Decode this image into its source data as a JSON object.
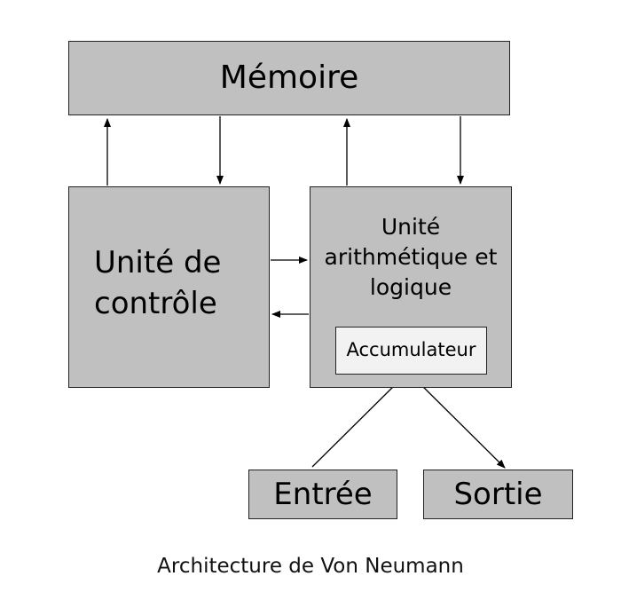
{
  "diagram": {
    "memory": {
      "label": "Mémoire"
    },
    "control_unit": {
      "label": "Unité de contrôle"
    },
    "alu": {
      "label": "Unité arithmétique et logique",
      "accumulator": {
        "label": "Accumulateur"
      }
    },
    "input": {
      "label": "Entrée"
    },
    "output": {
      "label": "Sortie"
    },
    "caption": "Architecture de Von Neumann",
    "colors": {
      "box_fill": "#c0c0c0",
      "accumulator_fill": "#f2f2f2",
      "stroke": "#222222"
    },
    "edges": [
      {
        "from": "control_unit",
        "to": "memory"
      },
      {
        "from": "memory",
        "to": "control_unit"
      },
      {
        "from": "alu",
        "to": "memory"
      },
      {
        "from": "memory",
        "to": "alu"
      },
      {
        "from": "control_unit",
        "to": "alu"
      },
      {
        "from": "alu",
        "to": "control_unit"
      },
      {
        "from": "input",
        "to": "accumulator"
      },
      {
        "from": "accumulator",
        "to": "output"
      }
    ]
  }
}
